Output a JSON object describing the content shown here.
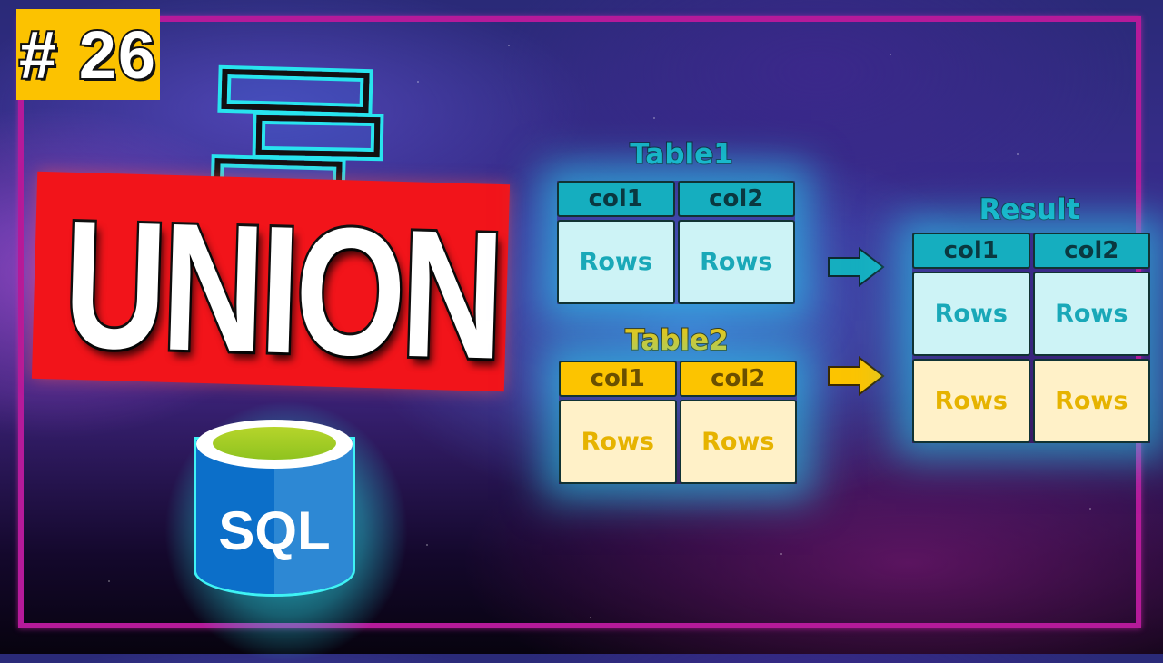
{
  "episode_badge": {
    "label": "# 26",
    "color": "#fcc200"
  },
  "main_title": {
    "text": "UNION",
    "banner_color": "#f2141a"
  },
  "union_icon": {
    "name": "stacked-bricks-icon",
    "color": "#28e4ee"
  },
  "sql_logo": {
    "text": "SQL",
    "body_color": "#0c6fc9",
    "liquid_color": "#9ccb24"
  },
  "diagram": {
    "table1": {
      "title": "Table1",
      "columns": [
        "col1",
        "col2"
      ],
      "rows": [
        "Rows",
        "Rows"
      ],
      "header_color": "#15aebf",
      "row_color": "#cdf3f6"
    },
    "table2": {
      "title": "Table2",
      "columns": [
        "col1",
        "col2"
      ],
      "rows": [
        "Rows",
        "Rows"
      ],
      "header_color": "#fcc400",
      "row_color": "#fff1c8"
    },
    "result": {
      "title": "Result",
      "columns": [
        "col1",
        "col2"
      ],
      "rows_from_table1": [
        "Rows",
        "Rows"
      ],
      "rows_from_table2": [
        "Rows",
        "Rows"
      ]
    },
    "arrows": [
      {
        "color": "#15aebf",
        "from": "Table1"
      },
      {
        "color": "#fcc400",
        "from": "Table2"
      }
    ]
  },
  "frame_color": "#b51a9a"
}
